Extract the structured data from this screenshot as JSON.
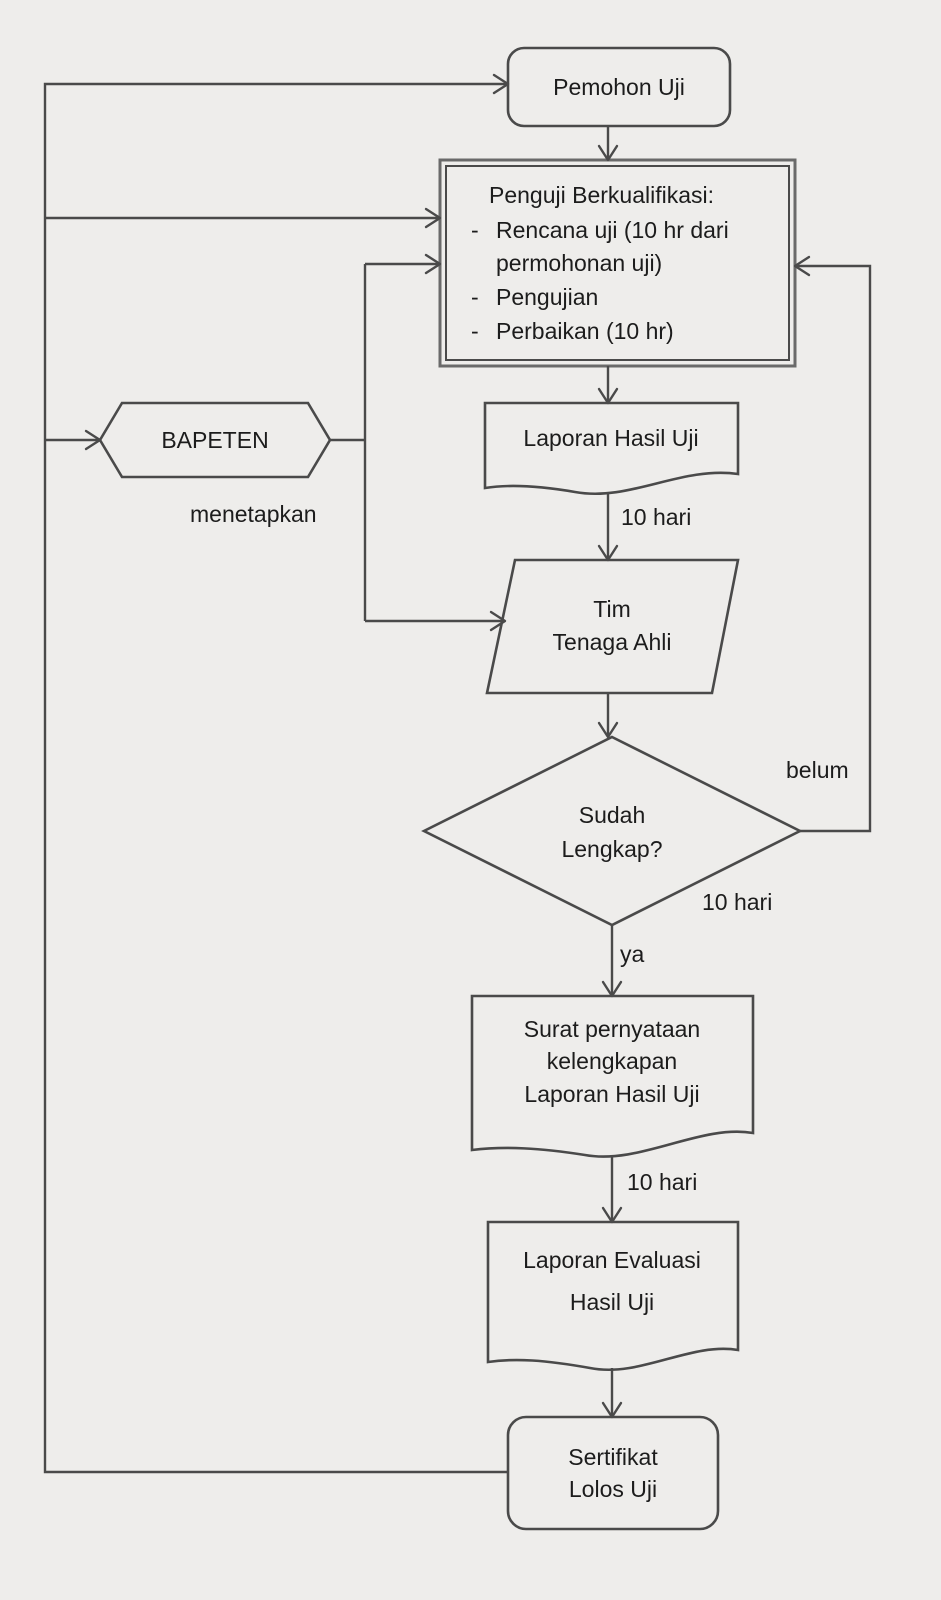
{
  "nodes": {
    "pemohon": {
      "label": "Pemohon Uji"
    },
    "penguji": {
      "title": "Penguji Berkualifikasi:",
      "bullet": "-",
      "items": [
        "Rencana uji (10 hr dari",
        "permohonan uji)",
        "Pengujian",
        "Perbaikan (10 hr)"
      ]
    },
    "bapeten": {
      "label": "BAPETEN"
    },
    "laporan_hasil": {
      "label": "Laporan Hasil Uji"
    },
    "tim": {
      "lines": [
        "Tim",
        "Tenaga Ahli"
      ]
    },
    "sudah": {
      "lines": [
        "Sudah",
        "Lengkap?"
      ]
    },
    "surat": {
      "lines": [
        "Surat pernyataan",
        "kelengkapan",
        "Laporan Hasil Uji"
      ]
    },
    "evaluasi": {
      "lines": [
        "Laporan Evaluasi",
        "Hasil Uji"
      ]
    },
    "sertifikat": {
      "lines": [
        "Sertifikat",
        "Lolos Uji"
      ]
    }
  },
  "edge_labels": {
    "menetapkan": "menetapkan",
    "hari_laporan_tim": "10 hari",
    "belum": "belum",
    "hari_decision": "10 hari",
    "ya": "ya",
    "hari_surat_evaluasi": "10 hari"
  }
}
